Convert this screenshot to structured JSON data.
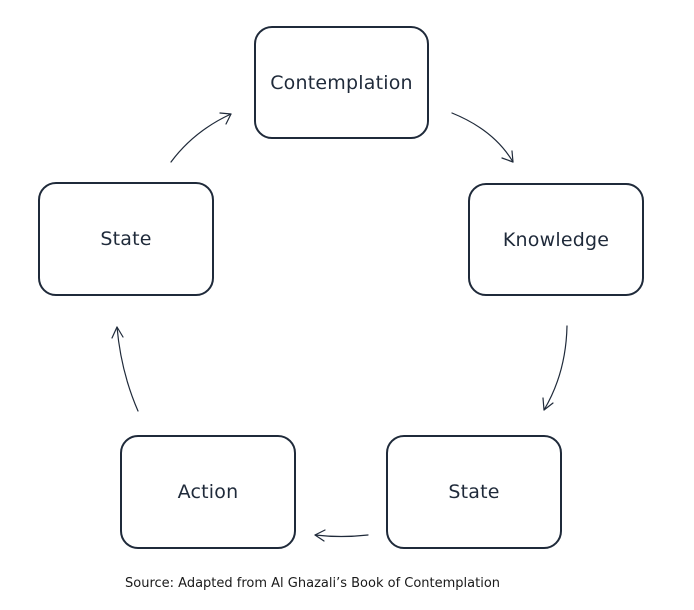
{
  "diagram": {
    "nodes": {
      "contemplation": "Contemplation",
      "knowledge": "Knowledge",
      "state_right": "State",
      "action": "Action",
      "state_left": "State"
    },
    "flow": [
      {
        "from": "Contemplation",
        "to": "Knowledge"
      },
      {
        "from": "Knowledge",
        "to": "State"
      },
      {
        "from": "State",
        "to": "Action"
      },
      {
        "from": "Action",
        "to": "State"
      },
      {
        "from": "State",
        "to": "Contemplation"
      }
    ],
    "caption": "Source: Adapted from Al Ghazali’s Book of Contemplation"
  }
}
